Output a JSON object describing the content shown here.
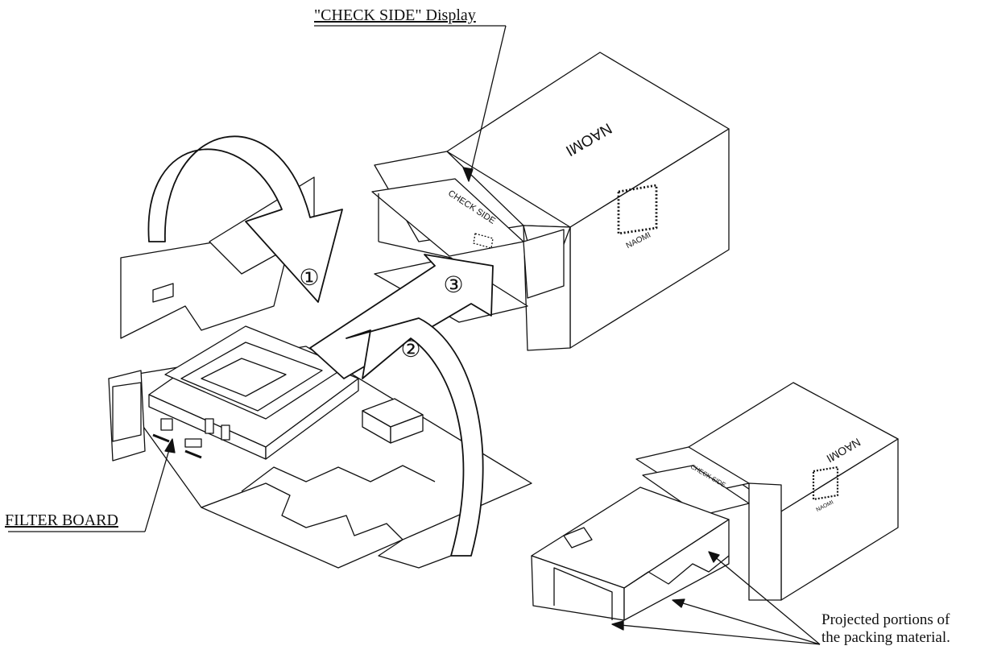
{
  "labels": {
    "check_side_display": "\"CHECK SIDE\" Display",
    "filter_board": "FILTER BOARD",
    "projected_line1": "Projected portions of",
    "projected_line2": "the packing material."
  },
  "box_print": {
    "brand_large": "NAOMI",
    "brand_small": "NAOMI",
    "check_side": "CHECK SIDE"
  },
  "step_numbers": [
    "①",
    "②",
    "③"
  ],
  "colors": {
    "line": "#111111",
    "fill": "#ffffff"
  }
}
